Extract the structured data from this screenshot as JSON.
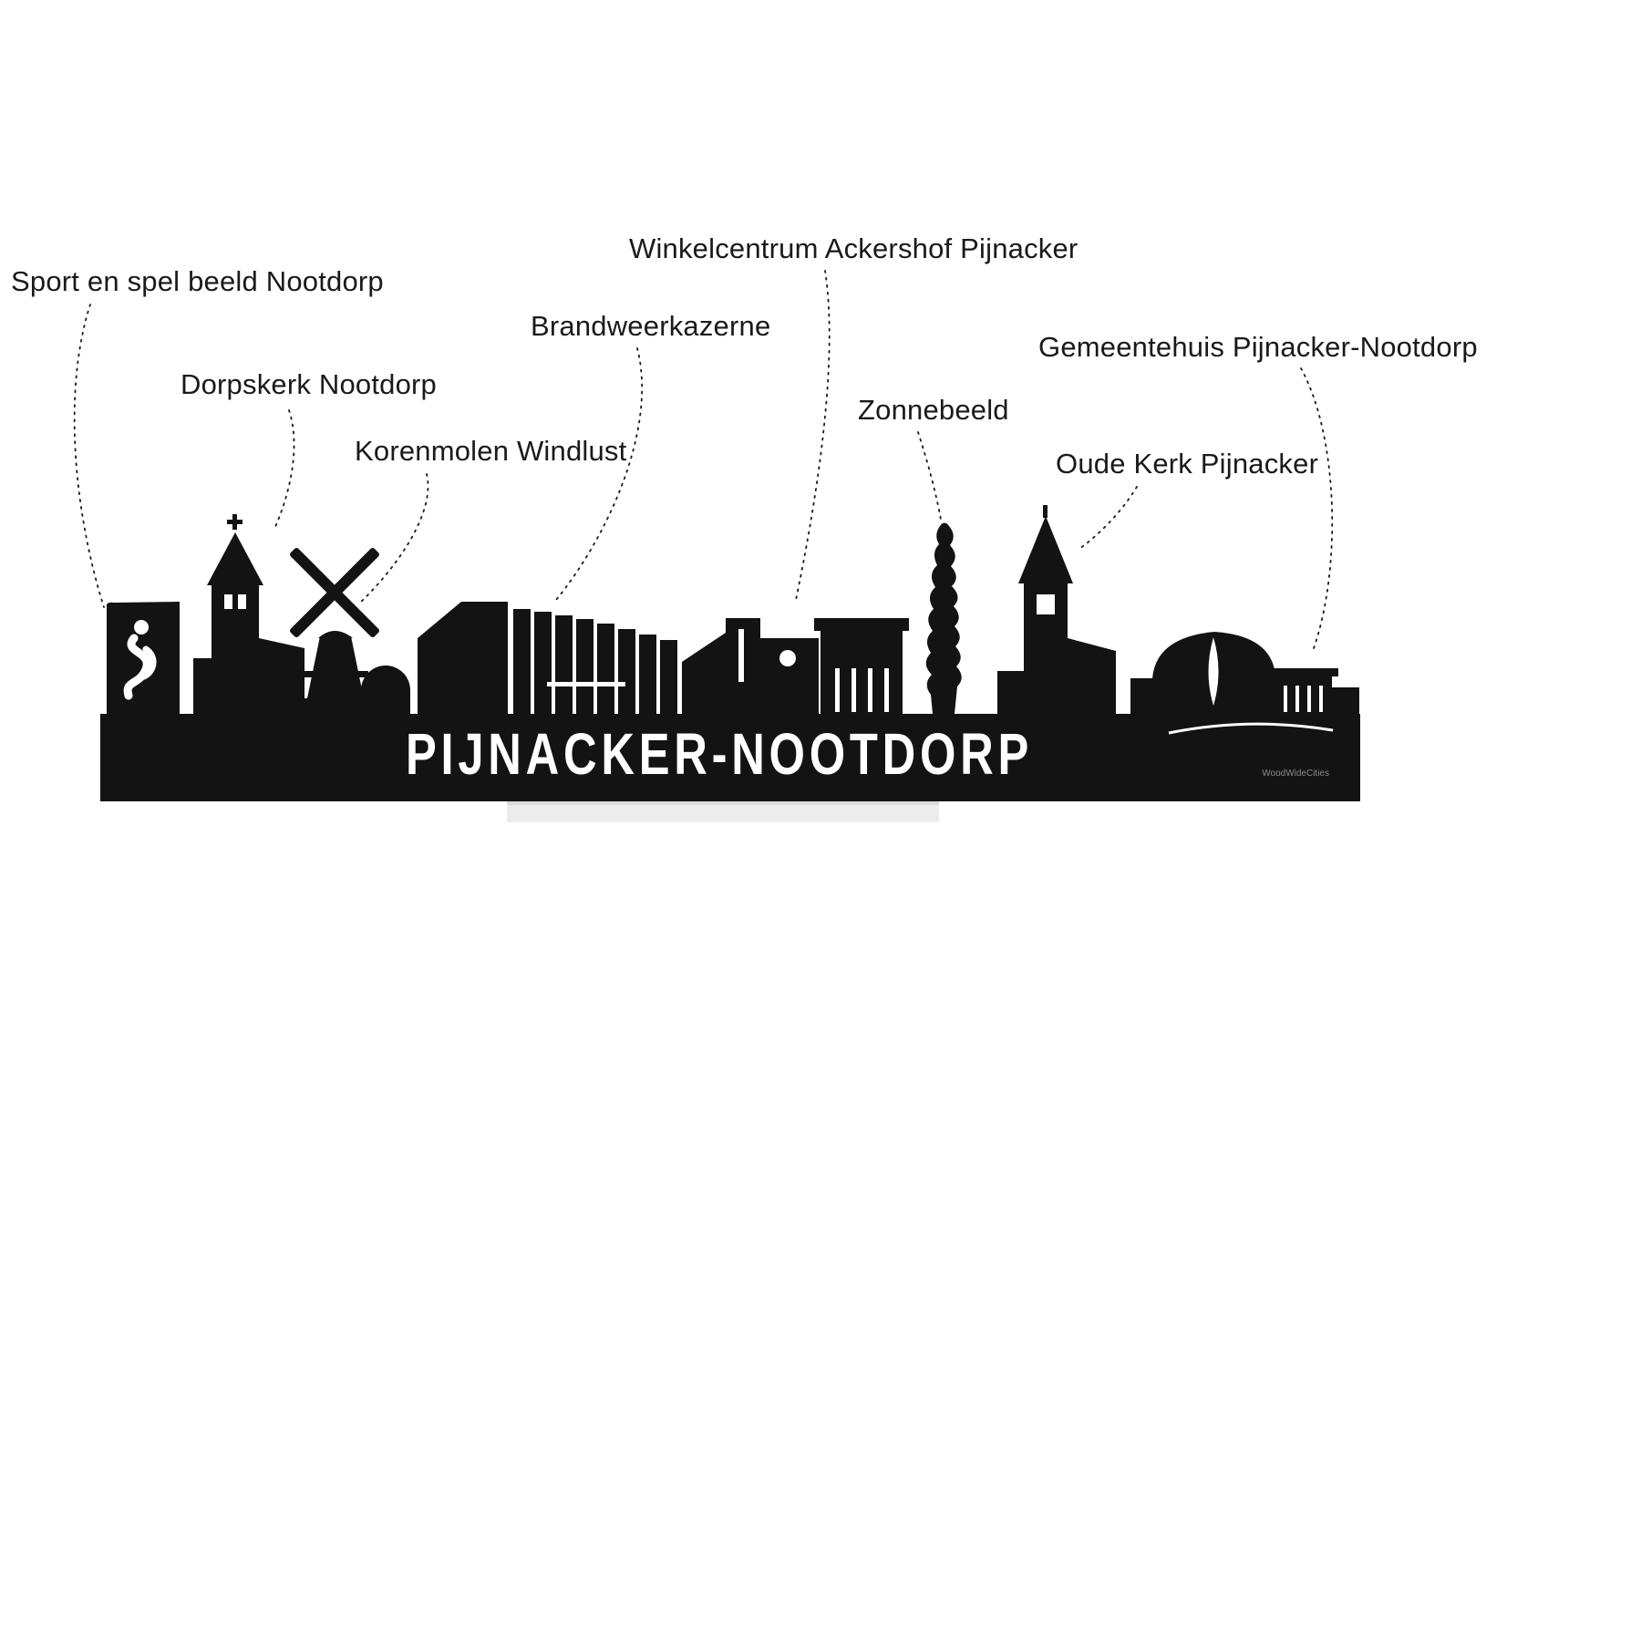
{
  "artwork": {
    "title": "PIJNACKER-NOOTDORP",
    "watermark": "WoodWideCities",
    "colors": {
      "silhouette": "#131313",
      "cutout": "#ffffff",
      "stand": "#ececec",
      "label_text": "#1a1a1a",
      "background": "#ffffff"
    }
  },
  "labels": [
    {
      "id": "sport-en-spel-beeld-nootdorp",
      "text": "Sport en spel beeld Nootdorp"
    },
    {
      "id": "winkelcentrum-ackershof-pijnacker",
      "text": "Winkelcentrum Ackershof Pijnacker"
    },
    {
      "id": "brandweerkazerne",
      "text": "Brandweerkazerne"
    },
    {
      "id": "gemeentehuis-pijnacker-nootdorp",
      "text": "Gemeentehuis Pijnacker-Nootdorp"
    },
    {
      "id": "dorpskerk-nootdorp",
      "text": "Dorpskerk Nootdorp"
    },
    {
      "id": "zonnebeeld",
      "text": "Zonnebeeld"
    },
    {
      "id": "korenmolen-windlust",
      "text": "Korenmolen Windlust"
    },
    {
      "id": "oude-kerk-pijnacker",
      "text": "Oude Kerk Pijnacker"
    }
  ]
}
